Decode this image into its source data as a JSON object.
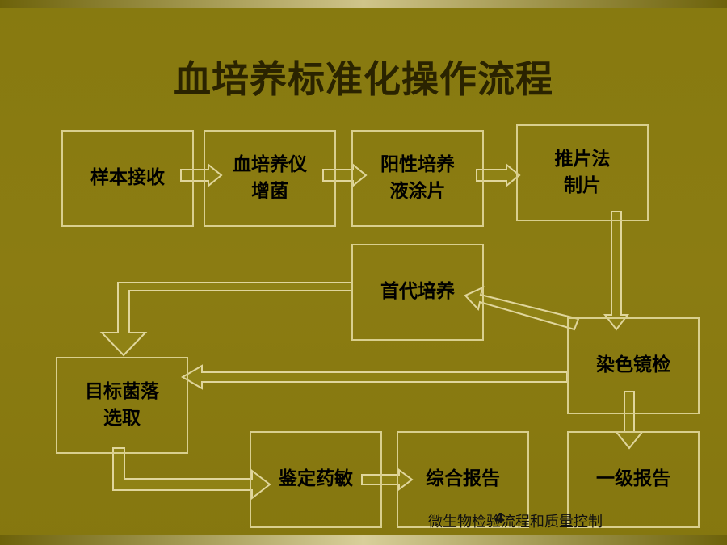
{
  "title": "血培养标准化操作流程",
  "boxes": {
    "sample": [
      "样本接收"
    ],
    "incubate": [
      "血培养仪",
      "增菌"
    ],
    "positive": [
      "阳性培养",
      "液涂片"
    ],
    "smear": [
      "推片法",
      "制片"
    ],
    "first_culture": [
      "首代培养"
    ],
    "stain": [
      "染色镜检"
    ],
    "target": [
      "目标菌落",
      "选取"
    ],
    "identify": [
      "鉴定药敏"
    ],
    "final_report": [
      "综合报告"
    ],
    "prelim_report": [
      "一级报告"
    ]
  },
  "footer": {
    "text": "微生物检验流程和质量控制",
    "page": "4"
  },
  "colors": {
    "background": "#8a7a10",
    "box_border": "#d9cf8e",
    "arrow_fill": "#8f8215",
    "arrow_stroke": "#e0d69c"
  }
}
